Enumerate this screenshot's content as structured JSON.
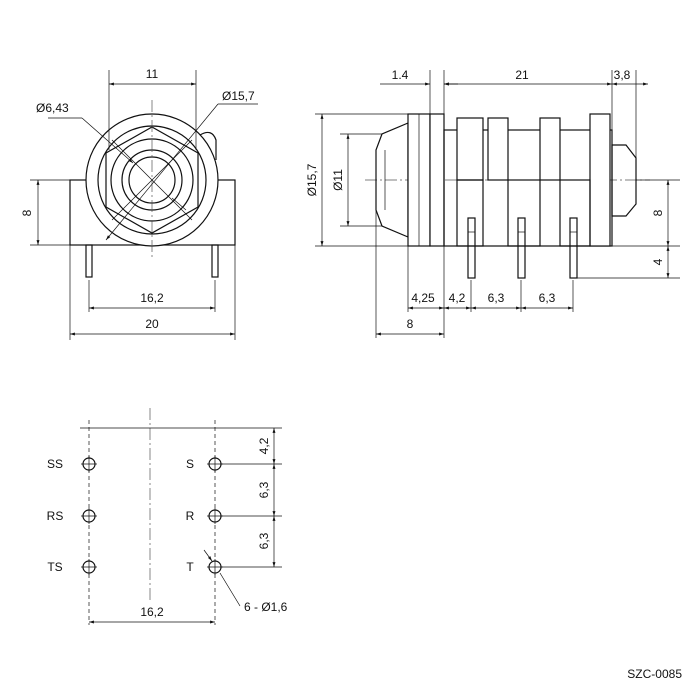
{
  "front_view": {
    "dim_top": "11",
    "dim_inner_dia": "Ø6,43",
    "dim_outer_dia": "Ø15,7",
    "dim_height": "8",
    "dim_pin_span": "16,2",
    "dim_body_width": "20"
  },
  "side_view": {
    "dim_flange": "1.4",
    "dim_body_length": "21",
    "dim_tail": "3,8",
    "dim_outer_dia": "Ø15,7",
    "dim_inner_dia": "Ø11",
    "dim_height_right": "8",
    "dim_pin_length": "4",
    "dim_pitch_1": "4,25",
    "dim_pitch_2": "4,2",
    "dim_pitch_3": "6,3",
    "dim_pitch_4": "6,3",
    "dim_total": "8"
  },
  "footprint": {
    "pads_left": [
      "SS",
      "RS",
      "TS"
    ],
    "pads_right": [
      "S",
      "R",
      "T"
    ],
    "dim_spacing_1": "4,2",
    "dim_spacing_2": "6,3",
    "dim_spacing_3": "6,3",
    "dim_hole": "6 - Ø1,6",
    "dim_span": "16,2"
  },
  "part_number": "SZC-0085"
}
